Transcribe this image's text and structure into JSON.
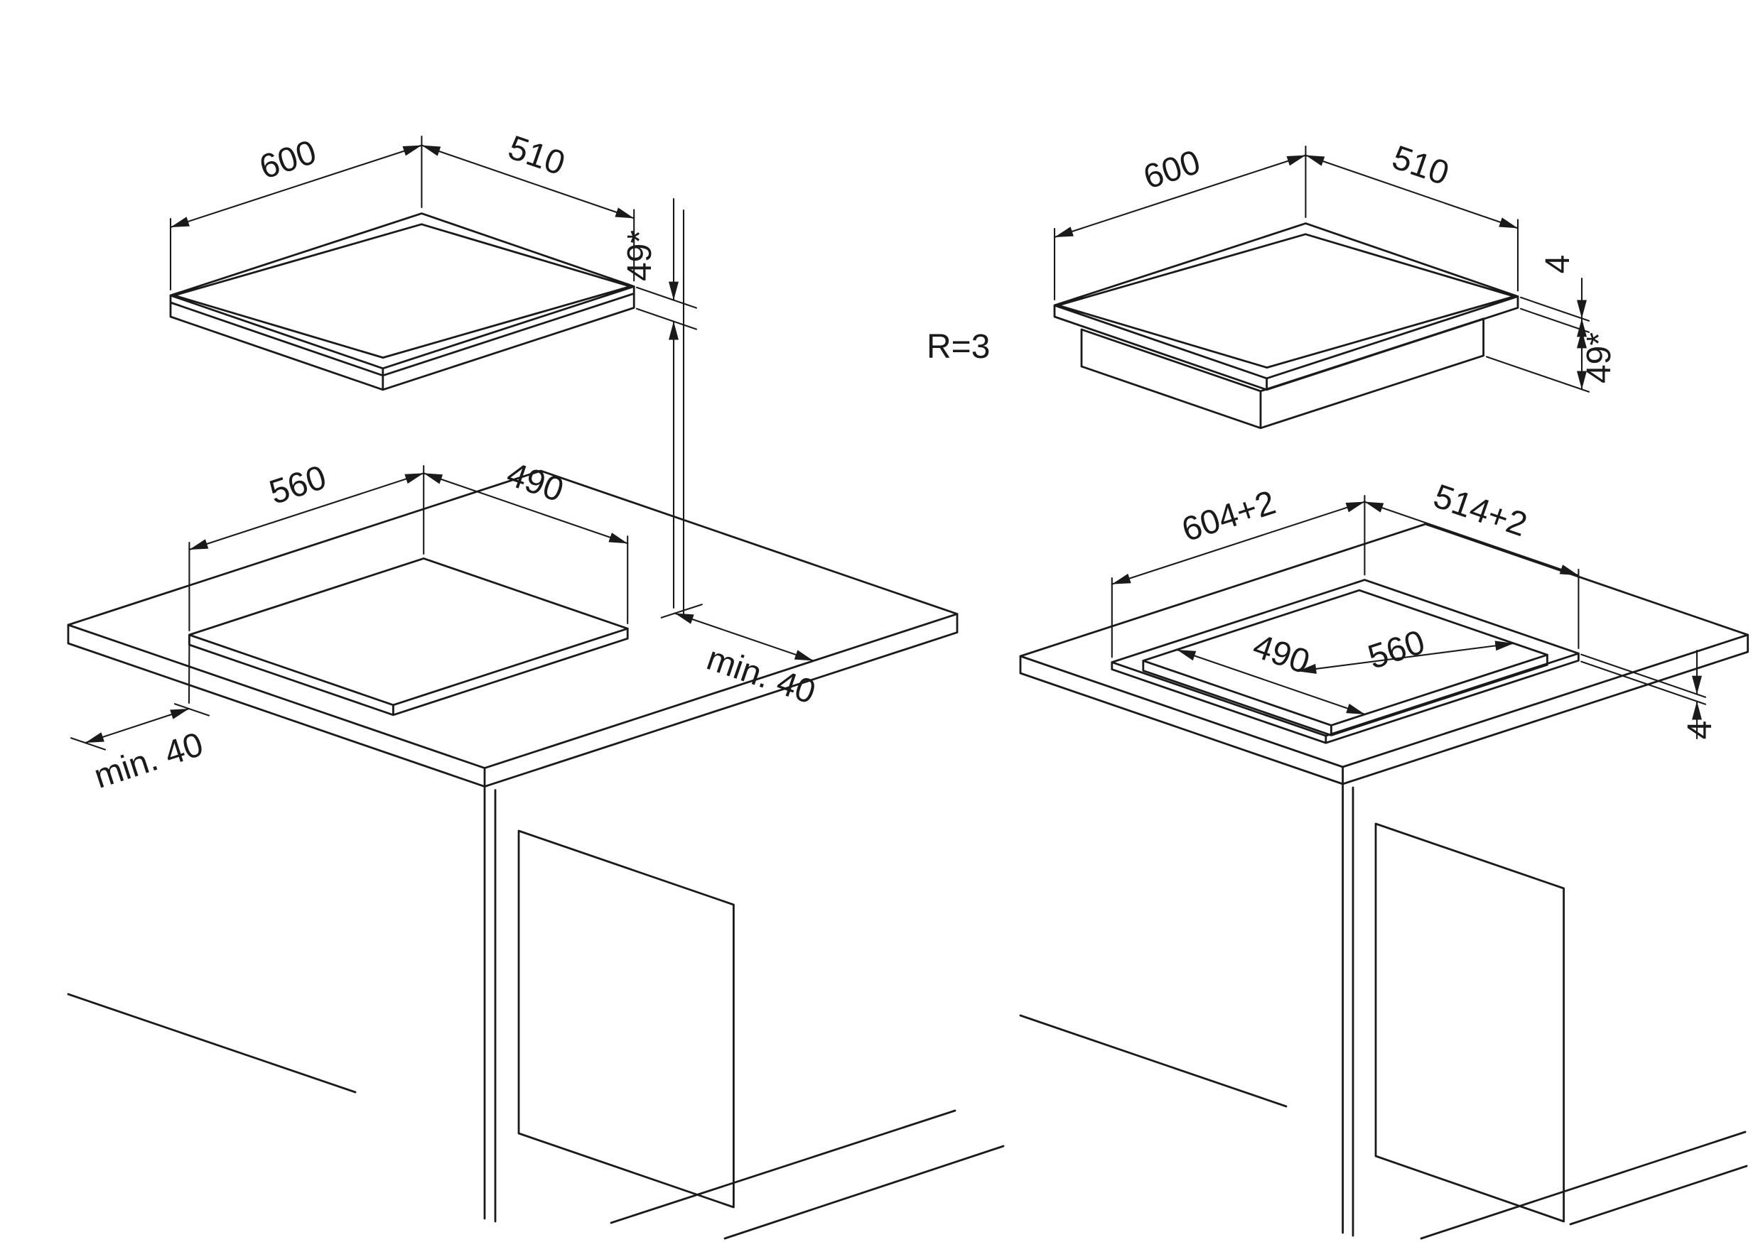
{
  "page": {
    "background": "#ffffff",
    "line_color": "#1a1a1a"
  },
  "left_view": {
    "hob_width": "600",
    "hob_depth": "510",
    "hob_height": "49*",
    "cutout_width": "560",
    "cutout_depth": "490",
    "clearance_front_left": "min. 40",
    "clearance_front_right": "min. 40"
  },
  "right_view": {
    "hob_width": "600",
    "hob_depth": "510",
    "rim_height": "4",
    "hob_height": "49*",
    "corner_radius": "R=3",
    "recess_width": "604+2",
    "recess_depth": "514+2",
    "cutout_depth": "490",
    "cutout_width": "560",
    "step_depth": "4"
  }
}
